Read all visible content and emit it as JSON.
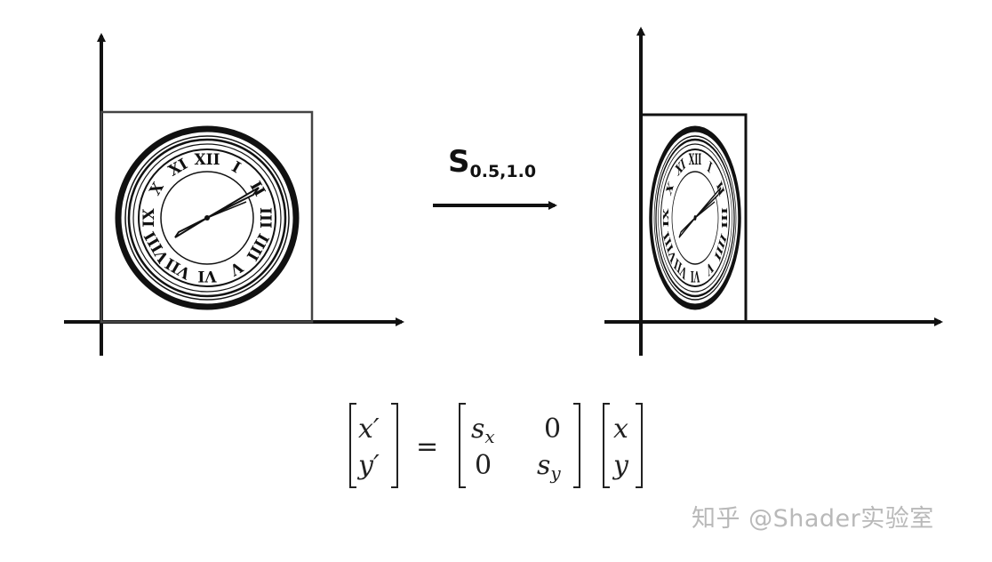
{
  "transform": {
    "symbol": "S",
    "subscript": "0.5,1.0",
    "sx": 0.5,
    "sy": 1.0
  },
  "clock": {
    "roman_numerals": [
      "XII",
      "I",
      "II",
      "III",
      "IIII",
      "V",
      "VI",
      "VII",
      "VIII",
      "IX",
      "X",
      "XI"
    ]
  },
  "equation": {
    "lhs": [
      "x′",
      "y′"
    ],
    "matrix": [
      [
        "s",
        "0"
      ],
      [
        "0",
        "s"
      ]
    ],
    "matrix_subs": [
      "x",
      "y"
    ],
    "equals": "=",
    "rhs": [
      "x",
      "y"
    ]
  },
  "watermark": "知乎 @Shader实验室",
  "colors": {
    "ink": "#111111",
    "watermark": "#b9b9b9"
  }
}
